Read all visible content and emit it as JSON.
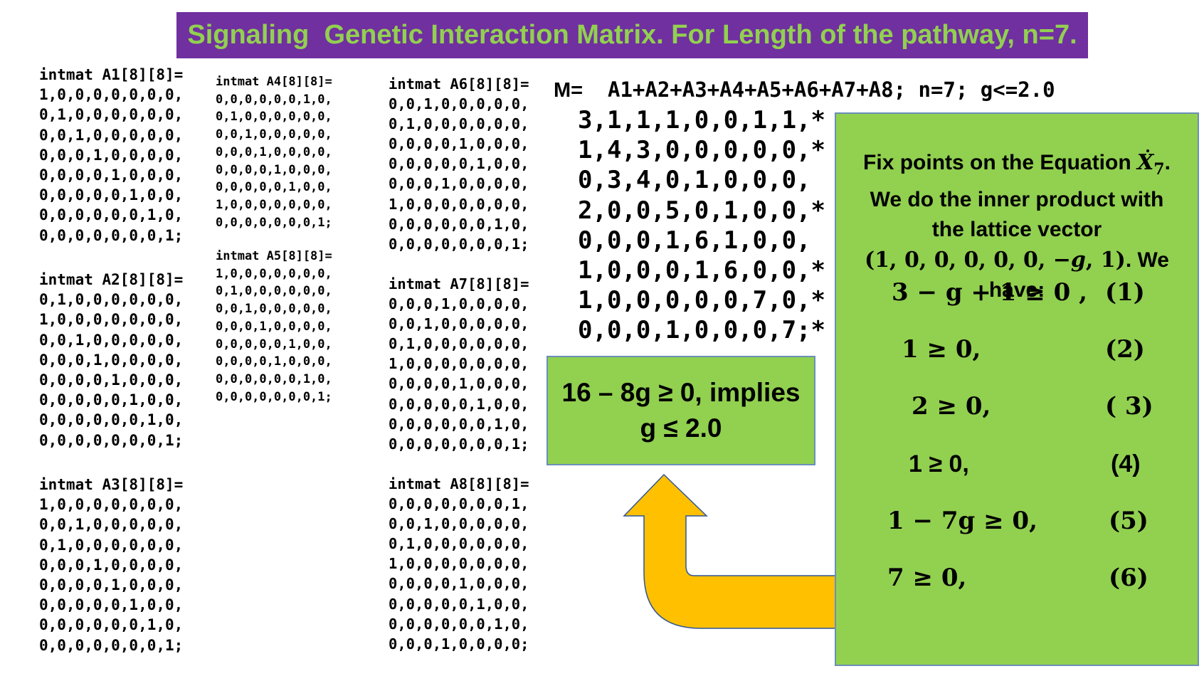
{
  "title": "Signaling  Genetic Interaction Matrix. For Length of the pathway, n=7.",
  "matrices": {
    "A1": {
      "header": "intmat A1[8][8]=",
      "rows": [
        "1,0,0,0,0,0,0,0,",
        "0,1,0,0,0,0,0,0,",
        "0,0,1,0,0,0,0,0,",
        "0,0,0,1,0,0,0,0,",
        "0,0,0,0,1,0,0,0,",
        "0,0,0,0,0,1,0,0,",
        "0,0,0,0,0,0,1,0,",
        "0,0,0,0,0,0,0,1;"
      ]
    },
    "A2": {
      "header": "intmat A2[8][8]=",
      "rows": [
        "0,1,0,0,0,0,0,0,",
        "1,0,0,0,0,0,0,0,",
        "0,0,1,0,0,0,0,0,",
        "0,0,0,1,0,0,0,0,",
        "0,0,0,0,1,0,0,0,",
        "0,0,0,0,0,1,0,0,",
        "0,0,0,0,0,0,1,0,",
        "0,0,0,0,0,0,0,1;"
      ]
    },
    "A3": {
      "header": "intmat A3[8][8]=",
      "rows": [
        "1,0,0,0,0,0,0,0,",
        "0,0,1,0,0,0,0,0,",
        "0,1,0,0,0,0,0,0,",
        "0,0,0,1,0,0,0,0,",
        "0,0,0,0,1,0,0,0,",
        "0,0,0,0,0,1,0,0,",
        "0,0,0,0,0,0,1,0,",
        "0,0,0,0,0,0,0,1;"
      ]
    },
    "A4": {
      "header": "intmat A4[8][8]=",
      "rows": [
        "0,0,0,0,0,0,1,0,",
        "0,1,0,0,0,0,0,0,",
        "0,0,1,0,0,0,0,0,",
        "0,0,0,1,0,0,0,0,",
        "0,0,0,0,1,0,0,0,",
        "0,0,0,0,0,1,0,0,",
        "1,0,0,0,0,0,0,0,",
        "0,0,0,0,0,0,0,1;"
      ]
    },
    "A5": {
      "header": "intmat A5[8][8]=",
      "rows": [
        "1,0,0,0,0,0,0,0,",
        "0,1,0,0,0,0,0,0,",
        "0,0,1,0,0,0,0,0,",
        "0,0,0,1,0,0,0,0,",
        "0,0,0,0,0,1,0,0,",
        "0,0,0,0,1,0,0,0,",
        "0,0,0,0,0,0,1,0,",
        "0,0,0,0,0,0,0,1;"
      ]
    },
    "A6": {
      "header": "intmat A6[8][8]=",
      "rows": [
        "0,0,1,0,0,0,0,0,",
        "0,1,0,0,0,0,0,0,",
        "0,0,0,0,1,0,0,0,",
        "0,0,0,0,0,1,0,0,",
        "0,0,0,1,0,0,0,0,",
        "1,0,0,0,0,0,0,0,",
        "0,0,0,0,0,0,1,0,",
        "0,0,0,0,0,0,0,1;"
      ]
    },
    "A7": {
      "header": "intmat A7[8][8]=",
      "rows": [
        "0,0,0,1,0,0,0,0,",
        "0,0,1,0,0,0,0,0,",
        "0,1,0,0,0,0,0,0,",
        "1,0,0,0,0,0,0,0,",
        "0,0,0,0,1,0,0,0,",
        "0,0,0,0,0,1,0,0,",
        "0,0,0,0,0,0,1,0,",
        "0,0,0,0,0,0,0,1;"
      ]
    },
    "A8": {
      "header": "intmat A8[8][8]=",
      "rows": [
        "0,0,0,0,0,0,0,1,",
        "0,0,1,0,0,0,0,0,",
        "0,1,0,0,0,0,0,0,",
        "1,0,0,0,0,0,0,0,",
        "0,0,0,0,1,0,0,0,",
        "0,0,0,0,0,1,0,0,",
        "0,0,0,0,0,0,1,0,",
        "0,0,0,1,0,0,0,0;"
      ]
    }
  },
  "sum_matrix": {
    "prefix": "M=",
    "formula": "  A1+A2+A3+A4+A5+A6+A7+A8; n=7; g<=2.0",
    "rows": [
      "3,1,1,1,0,0,1,1,*",
      "1,4,3,0,0,0,0,0,*",
      "0,3,4,0,1,0,0,0,",
      "2,0,0,5,0,1,0,0,*",
      "0,0,0,1,6,1,0,0,",
      "1,0,0,0,1,6,0,0,*",
      "1,0,0,0,0,0,7,0,*",
      "0,0,0,1,0,0,0,7;*"
    ]
  },
  "result": {
    "line1": "16 – 8g ≥ 0, implies",
    "line2": "g ≤ 2.0"
  },
  "fix_points": {
    "line1_text": "Fix points on the Equation ",
    "line1_symbol": "X",
    "line1_subscript": "7",
    "line1_end": ".",
    "line2": "We do the inner product with",
    "line3": "the lattice vector",
    "vector": "(1, 0, 0, 0, 0, 0, −",
    "vector_var": "g",
    "vector_end": ", 1)",
    "line4_tail": ". We have:",
    "equations": [
      {
        "text": "3 − g + 1 ≥ 0 ,",
        "num": "(1)"
      },
      {
        "text": "1 ≥ 0,",
        "num": "(2)"
      },
      {
        "text": "2 ≥ 0,",
        "num": "( 3)"
      },
      {
        "text": "1 ≥ 0,",
        "num": "(4)"
      },
      {
        "text": "1 − 7g ≥ 0,",
        "num": "(5)"
      },
      {
        "text": "7 ≥ 0,",
        "num": "(6)"
      }
    ]
  },
  "colors": {
    "title_bg": "#7030a0",
    "title_text": "#92d050",
    "box_fill": "#92d050",
    "arrow": "#ffc000",
    "box_border": "#6a8fb8"
  }
}
